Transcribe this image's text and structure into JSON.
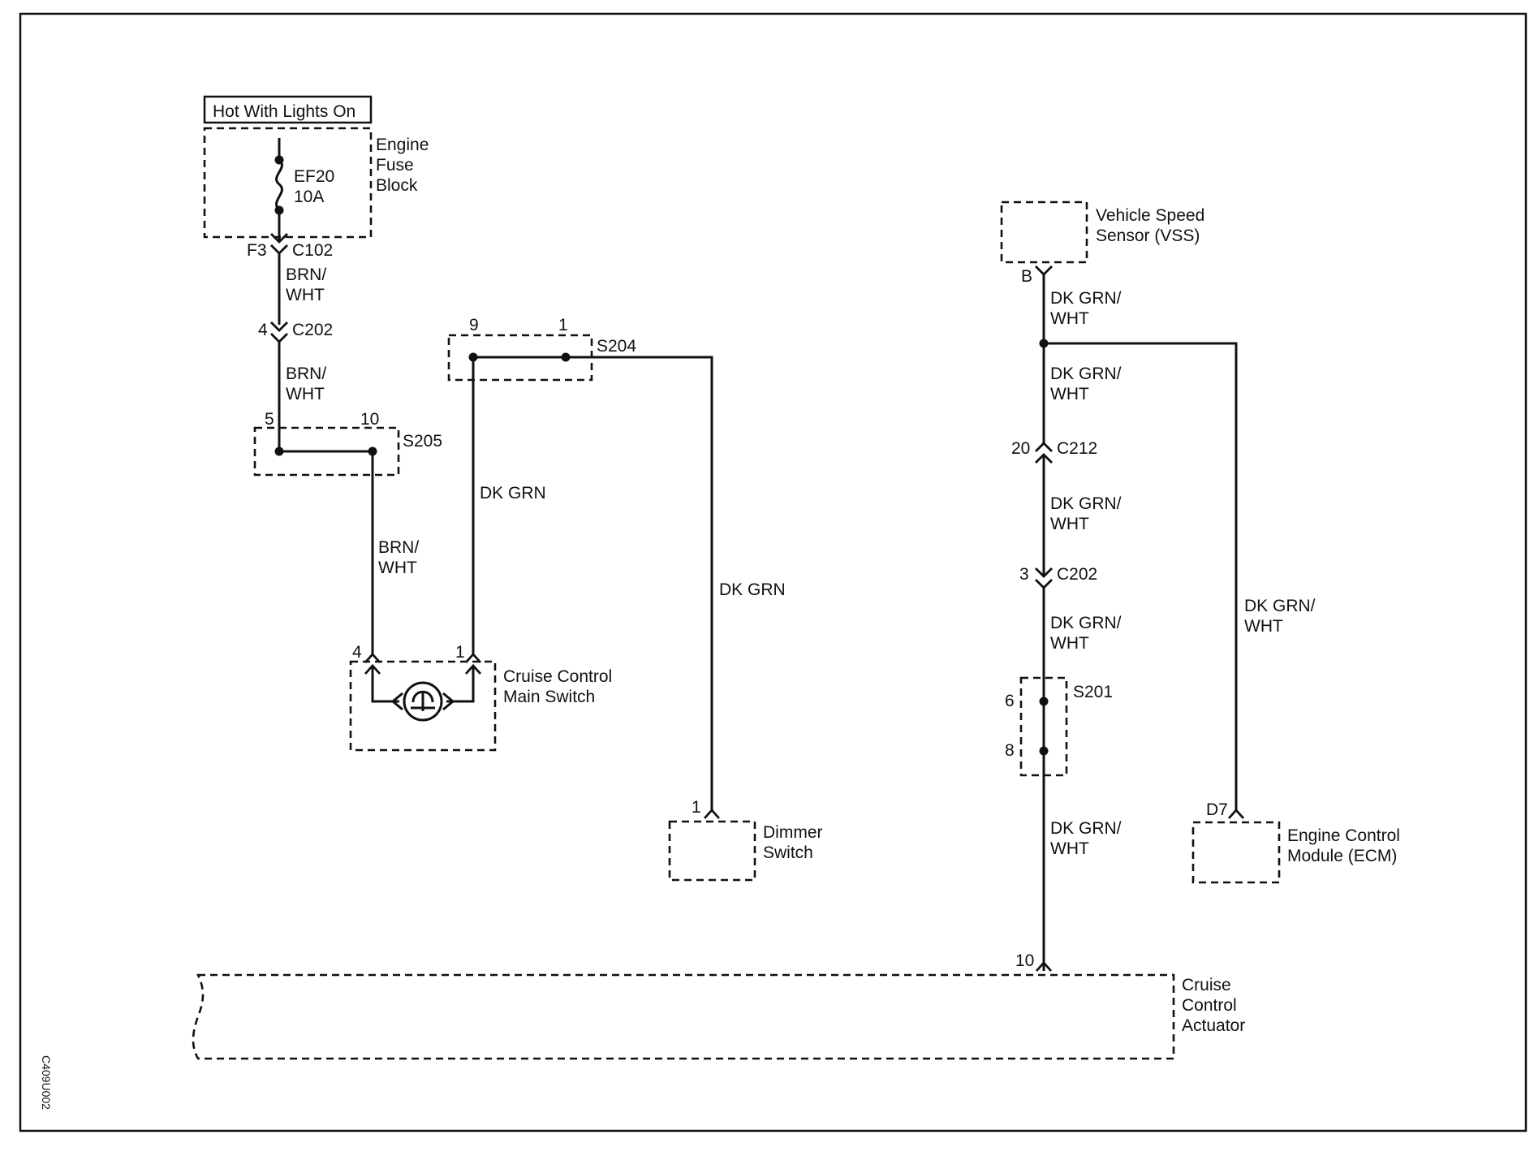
{
  "source": {
    "label": "Hot With Lights On"
  },
  "components": {
    "engine_fuse_block": [
      "Engine",
      "Fuse",
      "Block"
    ],
    "fuse": {
      "id": "EF20",
      "rating": "10A"
    },
    "vss": [
      "Vehicle Speed",
      "Sensor (VSS)"
    ],
    "main_switch": [
      "Cruise Control",
      "Main Switch"
    ],
    "dimmer": [
      "Dimmer",
      "Switch"
    ],
    "ecm": [
      "Engine Control",
      "Module (ECM)"
    ],
    "actuator": [
      "Cruise",
      "Control",
      "Actuator"
    ]
  },
  "connectors": {
    "c102": "C102",
    "c102_pin": "F3",
    "c202_left": "C202",
    "c202_left_pin": "4",
    "c212": "C212",
    "c212_pin": "20",
    "c202_right": "C202",
    "c202_right_pin": "3",
    "vss_pin": "B",
    "sw_pin_left": "4",
    "sw_pin_right": "1",
    "dimmer_pin": "1",
    "ecm_pin": "D7",
    "actuator_pin": "10"
  },
  "splices": {
    "s205": {
      "name": "S205",
      "pin_a": "5",
      "pin_b": "10"
    },
    "s204": {
      "name": "S204",
      "pin_a": "9",
      "pin_b": "1"
    },
    "s201": {
      "name": "S201",
      "pin_a": "6",
      "pin_b": "8"
    }
  },
  "wires": {
    "brn_wht": [
      "BRN/",
      "WHT"
    ],
    "dk_grn": "DK GRN",
    "dk_grn_wht": [
      "DK GRN/",
      "WHT"
    ]
  },
  "figure_id": "C409U002"
}
